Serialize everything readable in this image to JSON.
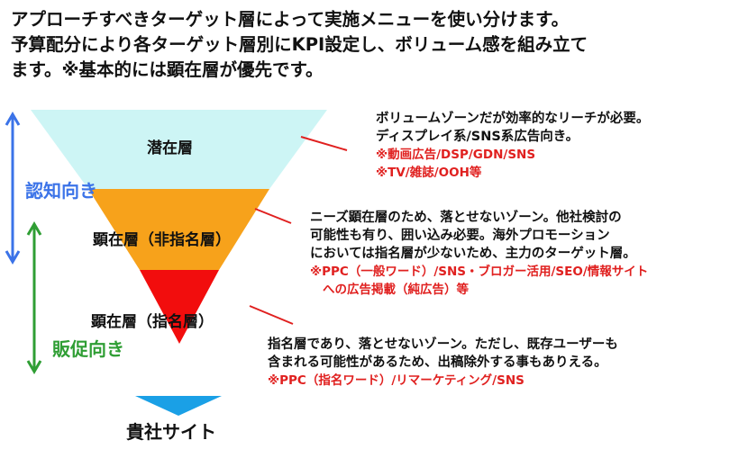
{
  "heading": {
    "lines": [
      "アプローチすべきターゲット層によって実施メニューを使い分けます。",
      "予算配分により各ターゲット層別にKPI設定し、ボリューム感を組み立て",
      "ます。※基本的には顕在層が優先です。"
    ]
  },
  "funnel": {
    "layers": [
      {
        "label": "潜在層",
        "color": "#cdf5f5"
      },
      {
        "label": "顕在層（非指名層）",
        "color": "#f7a21b"
      },
      {
        "label": "顕在層（指名層）",
        "color": "#f20d0d"
      }
    ],
    "arrow_color": "#1aa0e6",
    "destination": "貴社サイト"
  },
  "side_labels": {
    "awareness": {
      "text": "認知向き",
      "color": "#3b73e8"
    },
    "promotion": {
      "text": "販促向き",
      "color": "#2f9e34"
    }
  },
  "descriptions": {
    "latent": {
      "lines": [
        "ボリュームゾーンだが効率的なリーチが必要。",
        "ディスプレイ系/SNS系広告向き。"
      ],
      "notes": [
        "※動画広告/DSP/GDN/SNS",
        "※TV/雑誌/OOH等"
      ]
    },
    "non_branded": {
      "lines": [
        "ニーズ顕在層のため、落とせないゾーン。他社検討の",
        "可能性も有り、囲い込み必要。海外プロモーション",
        "においては指名層が少ないため、主力のターゲット層。"
      ],
      "notes": [
        "※PPC（一般ワード）/SNS・ブロガー活用/SEO/情報サイト",
        "への広告掲載（純広告）等"
      ]
    },
    "branded": {
      "lines": [
        "指名層であり、落とせないゾーン。ただし、既存ユーザーも",
        "含まれる可能性があるため、出稿除外する事もありえる。"
      ],
      "notes": [
        "※PPC（指名ワード）/リマーケティング/SNS"
      ]
    }
  },
  "callout_color": "#e0201f"
}
